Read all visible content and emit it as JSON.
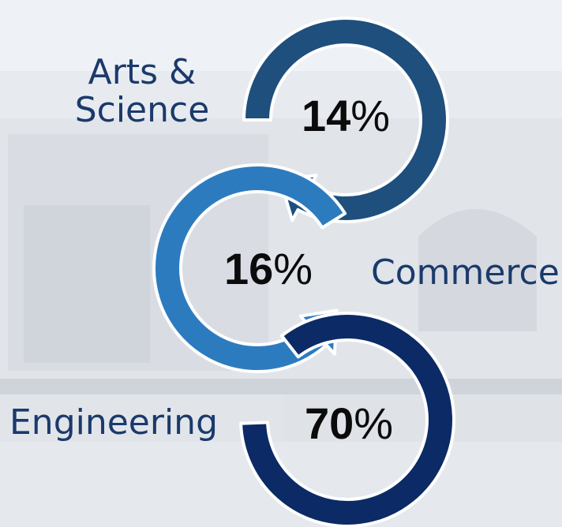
{
  "segments": [
    {
      "label": "Arts & Science",
      "label_lines": [
        "Arts &",
        "Science"
      ],
      "percent": 14,
      "percent_text": "14",
      "color": "#1e4f7d"
    },
    {
      "label": "Commerce",
      "label_lines": [
        "Commerce"
      ],
      "percent": 16,
      "percent_text": "16",
      "color": "#2d7bbf"
    },
    {
      "label": "Engineering",
      "label_lines": [
        "Engineering"
      ],
      "percent": 70,
      "percent_text": "70",
      "color": "#0b2a66"
    }
  ],
  "percent_sign": "%",
  "colors": {
    "label_text": "#1b3a6b",
    "percent_text": "#0b0b0b",
    "background": "#e9edf2",
    "outline": "#ffffff"
  }
}
